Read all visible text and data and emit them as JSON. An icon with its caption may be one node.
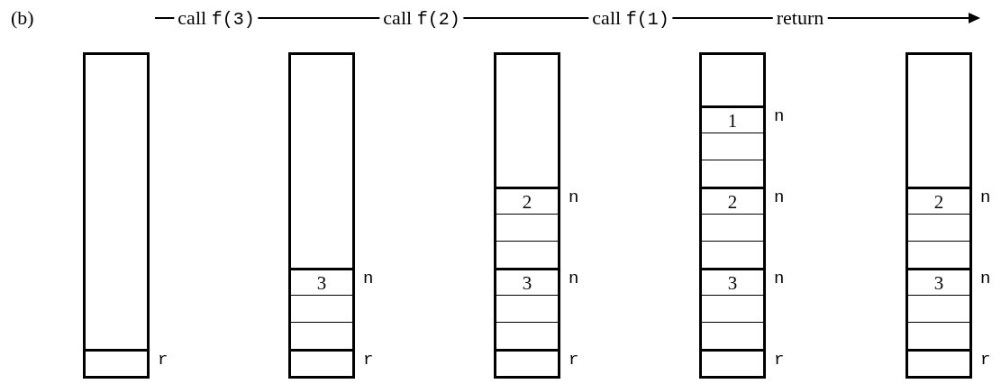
{
  "diagram": {
    "nodes": [
      {
        "text": [],
        "shape": "box"
      },
      {
        "text": [],
        "shape": "box",
        "in": 0,
        "beside": [
          "r"
        ]
      },
      {
        "text": [],
        "shape": "box"
      },
      {
        "text": [
          "3"
        ],
        "in": 2,
        "beside": [
          "n"
        ]
      },
      {
        "text": [],
        "shape": "box",
        "in": 2
      },
      {
        "text": [],
        "shape": "box",
        "in": 2
      },
      {
        "text": [],
        "shape": "box",
        "in": 2,
        "beside": [
          "r"
        ]
      },
      {
        "text": [],
        "shape": "box"
      },
      {
        "text": [
          "2"
        ],
        "in": 7,
        "beside": [
          "n"
        ]
      },
      {
        "text": [],
        "shape": "box",
        "in": 7
      },
      {
        "text": [],
        "shape": "box",
        "in": 7
      },
      {
        "text": [
          "3"
        ],
        "in": 7,
        "beside": [
          "n"
        ]
      },
      {
        "text": [],
        "shape": "box",
        "in": 7
      },
      {
        "text": [],
        "shape": "box",
        "in": 7
      },
      {
        "text": [],
        "shape": "box",
        "in": 7,
        "beside": [
          "r"
        ]
      },
      {
        "text": [],
        "shape": "box"
      },
      {
        "text": [
          "1"
        ],
        "in": 15,
        "beside": [
          "n"
        ]
      },
      {
        "text": [],
        "shape": "box",
        "in": 15
      },
      {
        "text": [],
        "shape": "box",
        "in": 15
      },
      {
        "text": [
          "2"
        ],
        "in": 15,
        "beside": [
          "n"
        ]
      },
      {
        "text": [],
        "shape": "box",
        "in": 15
      },
      {
        "text": [],
        "shape": "box",
        "in": 15
      },
      {
        "text": [
          "3"
        ],
        "in": 15,
        "beside": [
          "n"
        ]
      },
      {
        "text": [],
        "shape": "box",
        "in": 15
      },
      {
        "text": [],
        "shape": "box",
        "in": 15
      },
      {
        "text": [],
        "shape": "box",
        "in": 15,
        "beside": [
          "r"
        ]
      },
      {
        "text": [],
        "shape": "box"
      },
      {
        "text": [
          "2"
        ],
        "in": 26,
        "beside": [
          "n"
        ]
      },
      {
        "text": [],
        "shape": "box",
        "in": 26
      },
      {
        "text": [],
        "shape": "box",
        "in": 26
      },
      {
        "text": [
          "3"
        ],
        "in": 26,
        "beside": [
          "n"
        ]
      },
      {
        "text": [],
        "shape": "box",
        "in": 26
      },
      {
        "text": [],
        "shape": "box",
        "in": 26
      },
      {
        "text": [],
        "shape": "box",
        "in": 26,
        "beside": [
          "r"
        ]
      }
    ],
    "labels": [
      "(b)",
      "call f(3)",
      "call f(2)",
      "call f(1)",
      "return"
    ]
  }
}
